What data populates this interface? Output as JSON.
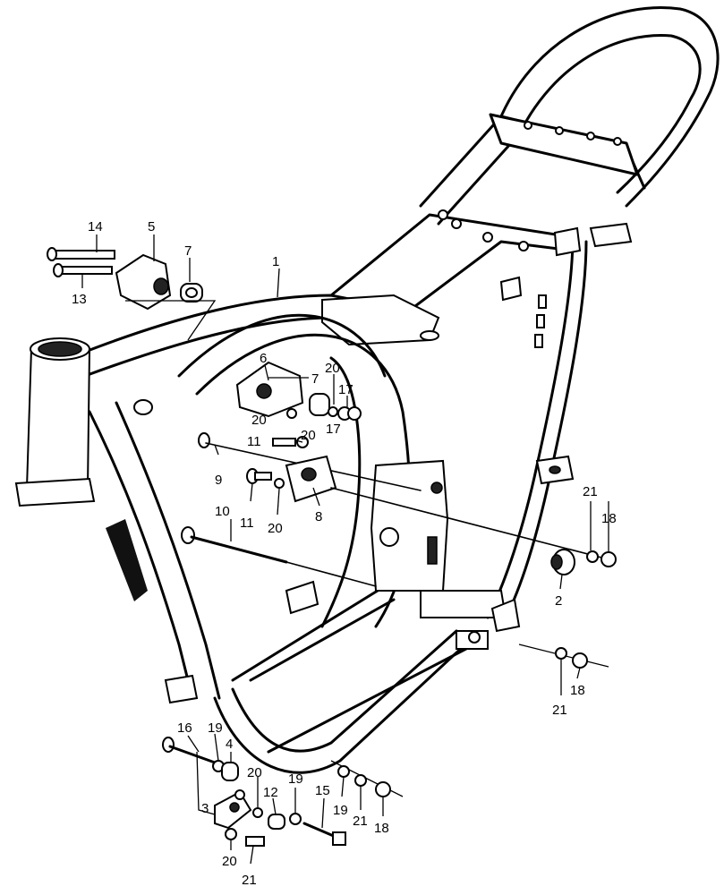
{
  "callouts": [
    {
      "id": "c1",
      "text": "1"
    },
    {
      "id": "c2",
      "text": "2"
    },
    {
      "id": "c3",
      "text": "3"
    },
    {
      "id": "c4",
      "text": "4"
    },
    {
      "id": "c5",
      "text": "5"
    },
    {
      "id": "c6",
      "text": "6"
    },
    {
      "id": "c7a",
      "text": "7"
    },
    {
      "id": "c7b",
      "text": "7"
    },
    {
      "id": "c8",
      "text": "8"
    },
    {
      "id": "c9",
      "text": "9"
    },
    {
      "id": "c10",
      "text": "10"
    },
    {
      "id": "c11a",
      "text": "11"
    },
    {
      "id": "c11b",
      "text": "11"
    },
    {
      "id": "c12",
      "text": "12"
    },
    {
      "id": "c13",
      "text": "13"
    },
    {
      "id": "c14",
      "text": "14"
    },
    {
      "id": "c15",
      "text": "15"
    },
    {
      "id": "c16",
      "text": "16"
    },
    {
      "id": "c17a",
      "text": "17"
    },
    {
      "id": "c17b",
      "text": "17"
    },
    {
      "id": "c18a",
      "text": "18"
    },
    {
      "id": "c18b",
      "text": "18"
    },
    {
      "id": "c18c",
      "text": "18"
    },
    {
      "id": "c19a",
      "text": "19"
    },
    {
      "id": "c19b",
      "text": "19"
    },
    {
      "id": "c19c",
      "text": "19"
    },
    {
      "id": "c20a",
      "text": "20"
    },
    {
      "id": "c20b",
      "text": "20"
    },
    {
      "id": "c20c",
      "text": "20"
    },
    {
      "id": "c20d",
      "text": "20"
    },
    {
      "id": "c20e",
      "text": "20"
    },
    {
      "id": "c20f",
      "text": "20"
    },
    {
      "id": "c21a",
      "text": "21"
    },
    {
      "id": "c21b",
      "text": "21"
    },
    {
      "id": "c21c",
      "text": "21"
    },
    {
      "id": "c21d",
      "text": "21"
    }
  ]
}
